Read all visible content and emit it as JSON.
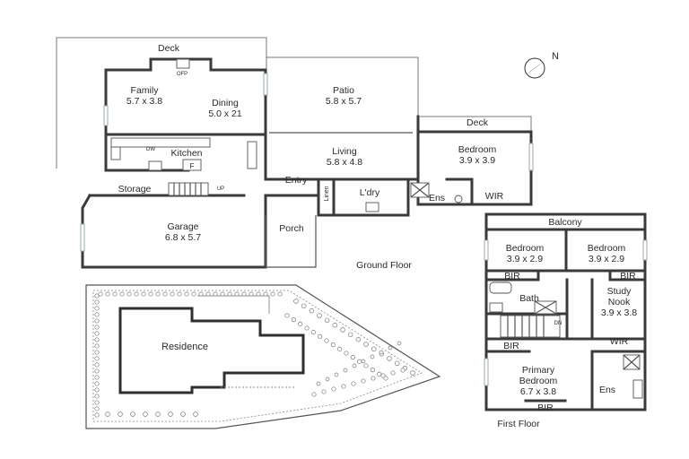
{
  "ground_floor": {
    "title": "Ground Floor",
    "rooms": {
      "deck_top": "Deck",
      "family": "Family",
      "family_dims": "5.7 x 3.8",
      "dining": "Dining",
      "dining_dims": "5.0 x 21",
      "ofp": "OFP",
      "patio": "Patio",
      "patio_dims": "5.8 x 5.7",
      "kitchen": "Kitchen",
      "dw": "DW",
      "f": "F",
      "living": "Living",
      "living_dims": "5.8 x 4.8",
      "deck_right": "Deck",
      "bedroom": "Bedroom",
      "bedroom_dims": "3.9 x 3.9",
      "storage": "Storage",
      "up": "UP",
      "entry": "Entry",
      "linen": "Linen",
      "ldry": "L'dry",
      "ens": "Ens",
      "wir": "WIR",
      "garage": "Garage",
      "garage_dims": "6.8 x 5.7",
      "porch": "Porch"
    }
  },
  "first_floor": {
    "title": "First Floor",
    "rooms": {
      "balcony": "Balcony",
      "bedroom_left": "Bedroom",
      "bedroom_left_dims": "3.9 x 2.9",
      "bedroom_right": "Bedroom",
      "bedroom_right_dims": "3.9 x 2.9",
      "bir_left": "BIR",
      "bir_right": "BIR",
      "bath": "Bath",
      "study": "Study",
      "study_nook": "Nook",
      "study_dims": "3.9 x 3.8",
      "dn": "DN",
      "bir_mid": "BIR",
      "wir": "WIR",
      "primary": "Primary",
      "primary_bedroom": "Bedroom",
      "primary_dims": "6.7 x 3.8",
      "ens": "Ens",
      "bir_bottom": "BIR"
    }
  },
  "site": {
    "residence": "Residence"
  },
  "compass": {
    "label": "N"
  }
}
